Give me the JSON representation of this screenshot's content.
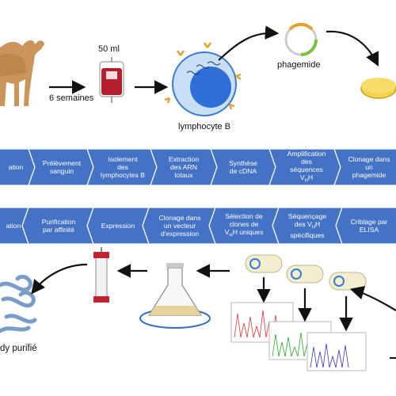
{
  "top": {
    "duration_label": "6 semaines",
    "volume_label": "50 ml",
    "lymphocyte_label": "lymphocyte B",
    "phagemid_label": "phagemide"
  },
  "band1": [
    "ation",
    "Prélèvement\nsanguin",
    "Isolement\ndes\nlymphocytes B",
    "Extraction\ndes ARN\ntotaux",
    "Synthèse\nde cDNA",
    "Amplification\ndes\nséquences\nVHH",
    "Clonage dans\nun\nphagemide"
  ],
  "band2": [
    "ation",
    "Purification\npar affinité",
    "Expression",
    "Clonage dans\nun vecteur\nd'expression",
    "Sélection de\nclones de\nVHH uniques",
    "Séquençage\ndes VHH\nspécifiques",
    "Criblage par\nELISA"
  ],
  "bottom": {
    "nanobody_label": "dy purifié"
  },
  "colors": {
    "band": "#4472c4",
    "band_text": "#ffffff",
    "arrow": "#111111"
  }
}
